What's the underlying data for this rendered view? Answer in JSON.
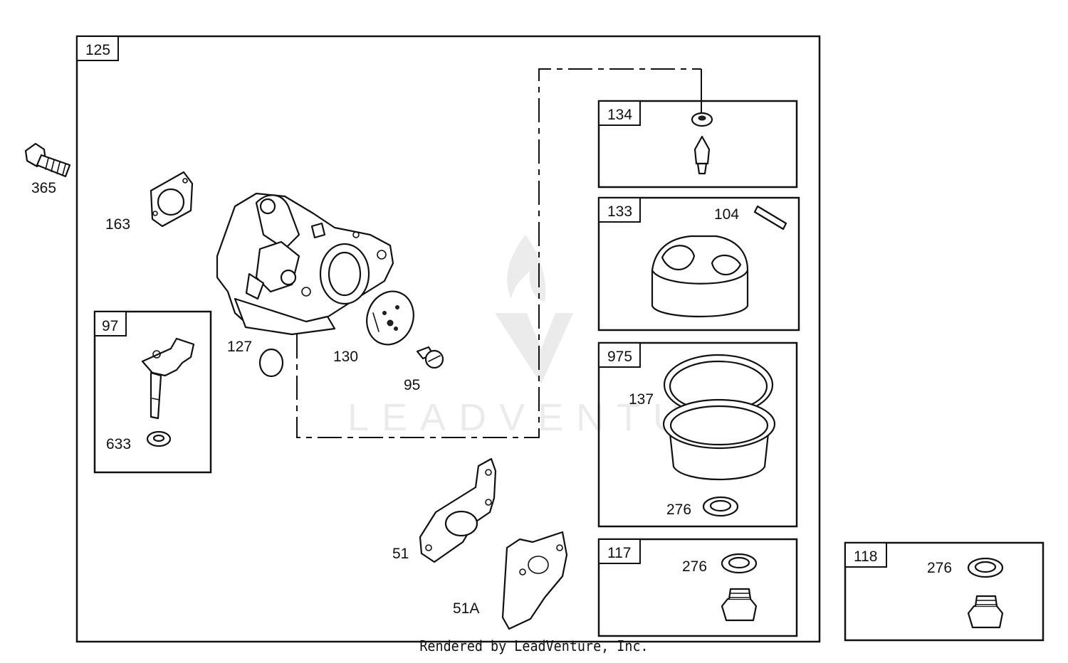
{
  "callouts": {
    "c125": "125",
    "c365": "365",
    "c163": "163",
    "c97": "97",
    "c633": "633",
    "c127": "127",
    "c130": "130",
    "c95": "95",
    "c51": "51",
    "c51a": "51A",
    "c134": "134",
    "c133": "133",
    "c104": "104",
    "c975": "975",
    "c137": "137",
    "c276a": "276",
    "c117": "117",
    "c276b": "276",
    "c118": "118",
    "c276c": "276"
  },
  "watermark": "LEADVENTURE",
  "footer": "Rendered by LeadVenture, Inc."
}
